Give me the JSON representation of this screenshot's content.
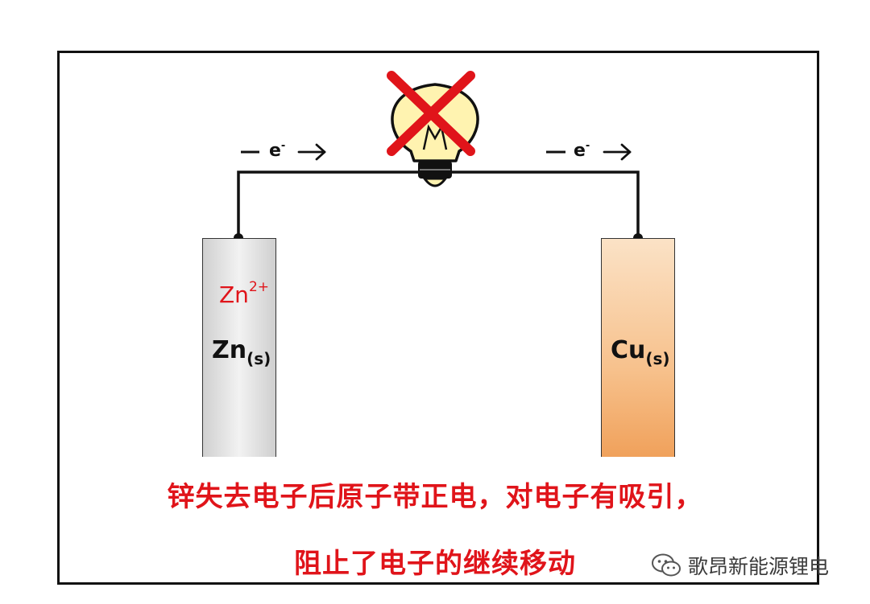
{
  "diagram": {
    "electrode_left": {
      "symbol": "Zn",
      "state": "(s)"
    },
    "electrode_right": {
      "symbol": "Cu",
      "state": "(s)"
    },
    "ion": {
      "symbol": "Zn",
      "charge": "2+"
    },
    "electron_left": {
      "symbol": "e",
      "charge": "-"
    },
    "electron_right": {
      "symbol": "e",
      "charge": "-"
    },
    "bulb_status": "blocked",
    "icons": [
      "light-bulb-icon",
      "cross-icon",
      "arrow-right-icon",
      "wechat-icon"
    ],
    "colors": {
      "caption": "#e0141a",
      "cross": "#e0141a",
      "zinc": "#d9d9d9",
      "copper": "#f6b27a",
      "bulb": "#fff3b0"
    }
  },
  "caption": {
    "line1": "锌失去电子后原子带正电，对电子有吸引，",
    "line2": "阻止了电子的继续移动"
  },
  "watermark": {
    "text": "歌昂新能源锂电"
  }
}
